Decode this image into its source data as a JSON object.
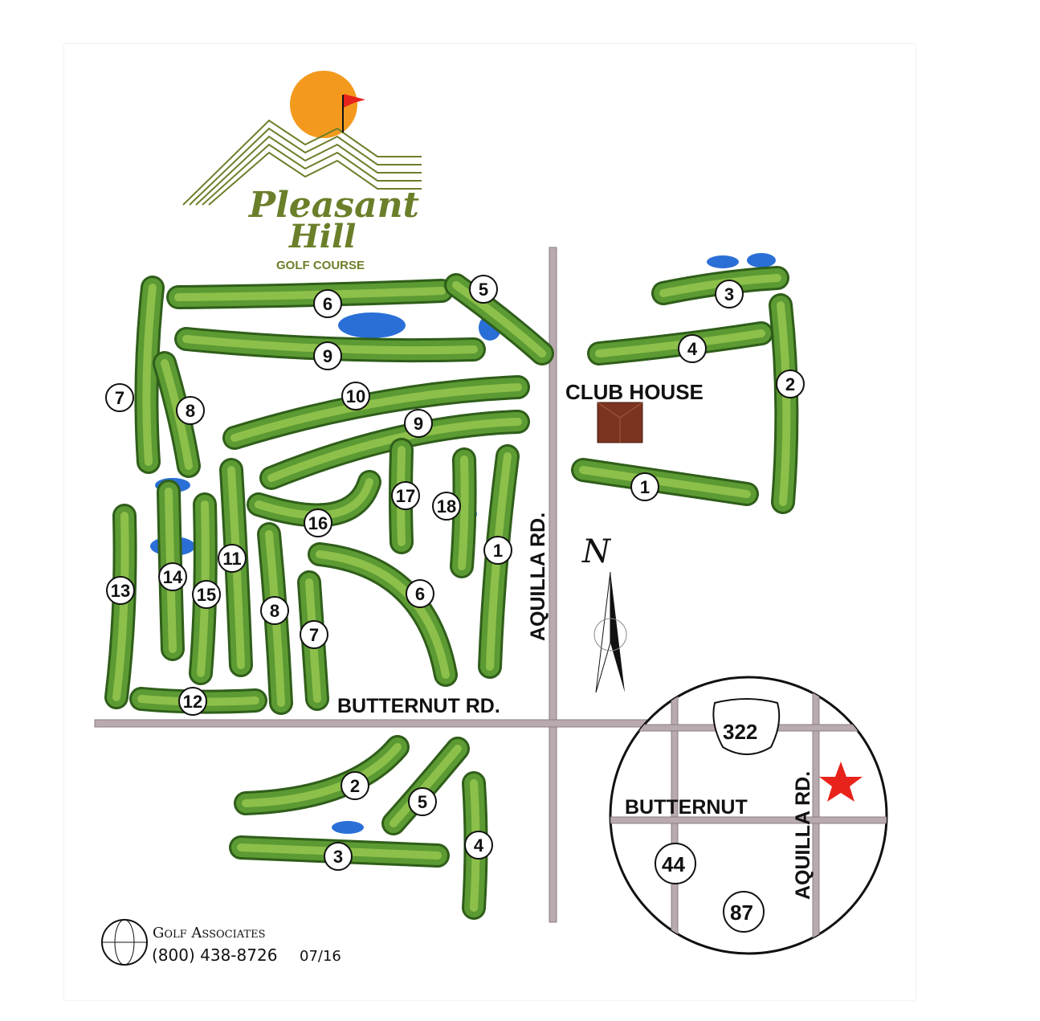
{
  "logo": {
    "line1": "Pleasant",
    "line2": "Hill",
    "subtitle": "GOLF COURSE"
  },
  "roads": {
    "butternut": "BUTTERNUT RD.",
    "aquilla": "AQUILLA RD."
  },
  "clubhouse": {
    "label": "CLUB HOUSE"
  },
  "north": {
    "label": "N"
  },
  "holes": {
    "main": [
      "7",
      "8",
      "6",
      "5",
      "9",
      "10",
      "9",
      "17",
      "18",
      "1",
      "16",
      "6",
      "13",
      "14",
      "15",
      "11",
      "8",
      "7",
      "12"
    ],
    "east": [
      "3",
      "4",
      "2",
      "1"
    ],
    "south": [
      "2",
      "5",
      "3",
      "4"
    ]
  },
  "inset": {
    "route_us": "322",
    "route_a": "44",
    "route_b": "87",
    "butternut": "BUTTERNUT",
    "aquilla": "AQUILLA RD.",
    "marker": "star-icon"
  },
  "footer": {
    "company": "Golf Associates",
    "phone": "(800) 438-8726",
    "date": "07/16"
  },
  "colors": {
    "fairway": "#4f8a2c",
    "fairway_dark": "#2f5e1a",
    "water": "#2a6fd6",
    "road": "#b9aab0",
    "sun": "#f39a1e",
    "flag": "#e8231c",
    "logo_green": "#6b7f2a",
    "clubhouse": "#7a3420",
    "star": "#e8231c"
  }
}
